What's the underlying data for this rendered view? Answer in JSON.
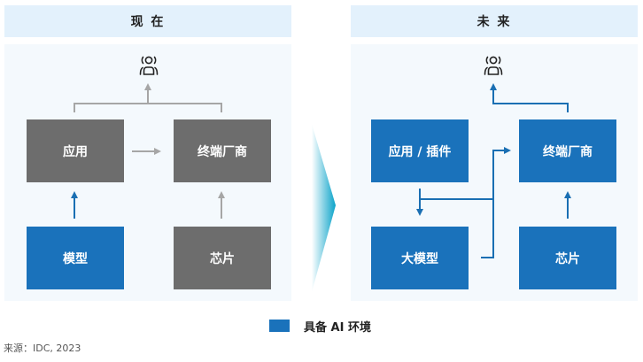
{
  "colors": {
    "gray_box": "#6d6d6d",
    "blue_box": "#1a72bb",
    "gray_arrow": "#a6a6a6",
    "blue_arrow": "#1a6fb3",
    "header_bg": "#e3f1fc",
    "panel_bg": "#f4f9fd"
  },
  "left": {
    "title": "现 在",
    "user_icon": "user-icon",
    "boxes": {
      "app": "应用",
      "vendor": "终端厂商",
      "model": "模型",
      "chip": "芯片"
    }
  },
  "right": {
    "title": "未 来",
    "user_icon": "user-icon",
    "boxes": {
      "app": "应用 / 插件",
      "vendor": "终端厂商",
      "model": "大模型",
      "chip": "芯片"
    }
  },
  "transition_icon": "chevron-right-icon",
  "legend": {
    "label": "具备 AI 环境",
    "color": "#1a72bb"
  },
  "source": "来源：IDC, 2023"
}
